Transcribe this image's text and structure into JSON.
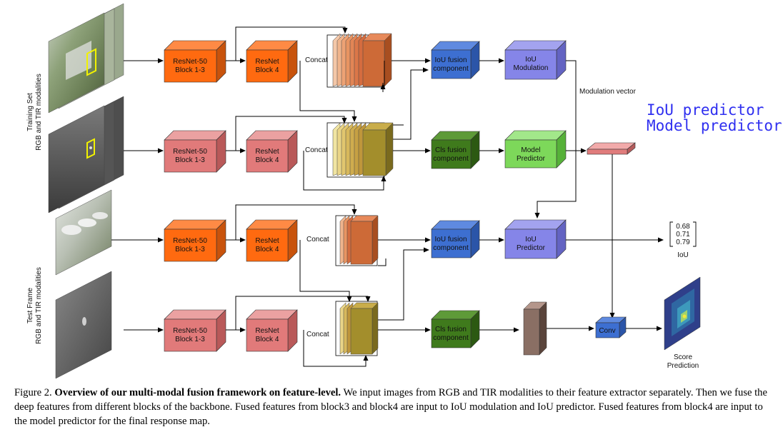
{
  "sections": {
    "training": [
      "Training Set",
      "RGB and TIR modalities"
    ],
    "test": [
      "Test Frame",
      "RGB and TIR modalities"
    ]
  },
  "blocks": {
    "resnet50": [
      "ResNet-50",
      "Block 1-3"
    ],
    "resnet4": [
      "ResNet",
      "Block 4"
    ],
    "concat": "Concat",
    "iou_fusion": [
      "IoU fusion",
      "component"
    ],
    "cls_fusion": [
      "Cls fusion",
      "component"
    ],
    "iou_modulation": [
      "IoU",
      "Modulation"
    ],
    "model_predictor": [
      "Model",
      "Predictor"
    ],
    "iou_predictor": [
      "IoU",
      "Predictor"
    ],
    "conv": "Conv",
    "score_prediction": [
      "Score",
      "Prediction"
    ]
  },
  "modulation_vector_label": "Modulation vector",
  "iou_output": {
    "values": [
      "0.68",
      "0.71",
      "0.79"
    ],
    "label": "IoU"
  },
  "legend": {
    "line1": "IoU predictor",
    "line2": "Model predictor"
  },
  "caption": {
    "prefix": "Figure 2. ",
    "bold": "Overview of our multi-modal fusion framework on feature-level.",
    "text": " We input images from RGB and TIR modalities to their feature extractor separately. Then we fuse the deep features from different blocks of the backbone. Fused features from block3 and block4 are input to IoU modulation and IoU predictor. Fused features from block4 are input to the model predictor for the final response map."
  },
  "colors": {
    "rgb_block": "#ff6a10",
    "tir_block": "#e17a7a",
    "iou_fusion": "#3d6fd1",
    "cls_fusion": "#3f7a1c",
    "iou_module": "#8585e8",
    "model_predictor": "#7dd85a",
    "legend_text": "#2f2ff0"
  }
}
